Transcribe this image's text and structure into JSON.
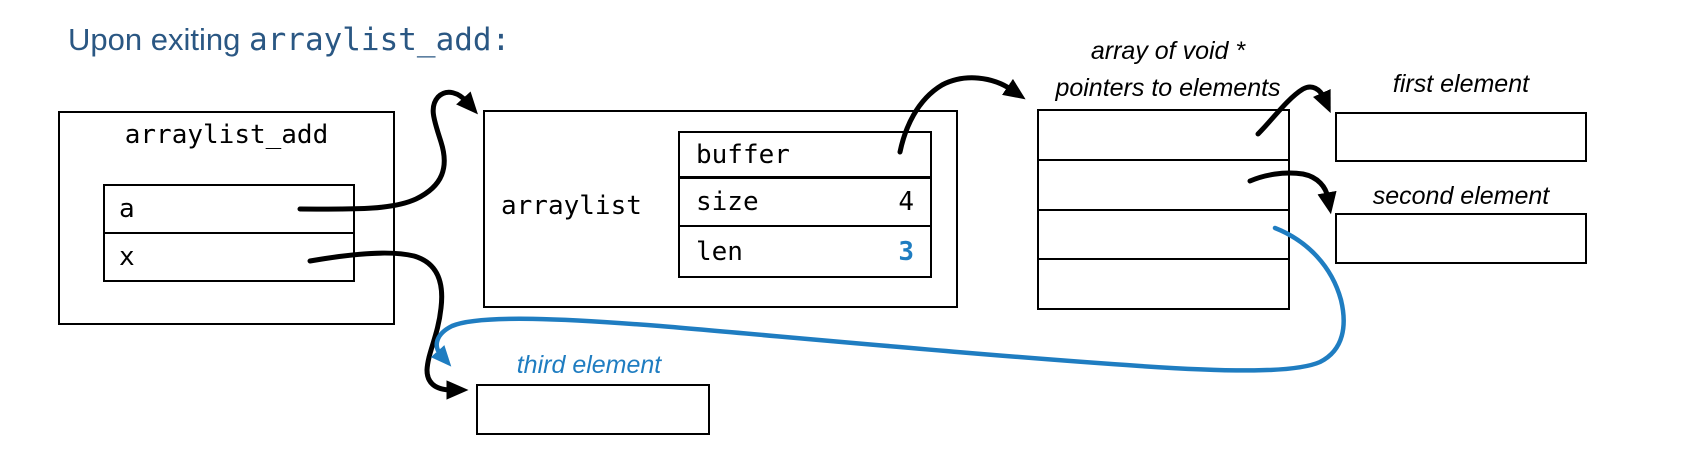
{
  "title": {
    "prefix": "Upon exiting ",
    "code": "arraylist_add:"
  },
  "colors": {
    "title_blue": "#2A5783",
    "accent_blue": "#1F7DC1",
    "line_black": "#000000"
  },
  "stack_frame": {
    "name": "arraylist_add",
    "vars": [
      {
        "name": "a"
      },
      {
        "name": "x"
      }
    ]
  },
  "arraylist": {
    "label": "arraylist",
    "fields": [
      {
        "name": "buffer",
        "value": ""
      },
      {
        "name": "size",
        "value": "4"
      },
      {
        "name": "len",
        "value": "3"
      }
    ]
  },
  "pointer_array": {
    "label_line1": "array of void *",
    "label_line2": "pointers to elements",
    "cell_count": 4
  },
  "element_labels": {
    "first": "first element",
    "second": "second element",
    "third": "third element"
  }
}
